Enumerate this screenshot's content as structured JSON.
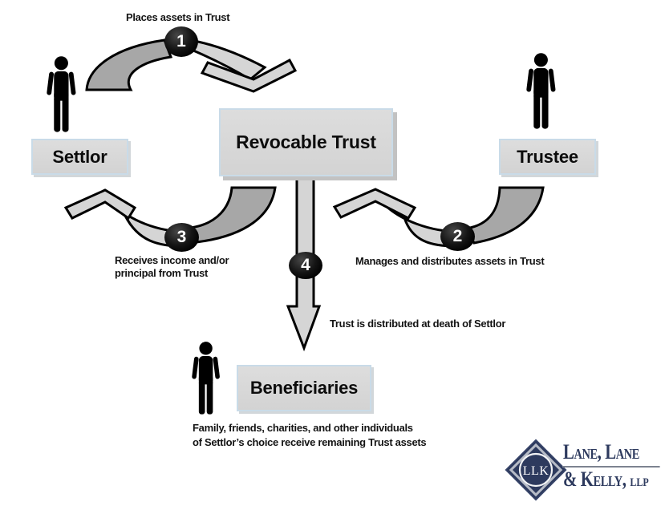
{
  "diagram": {
    "nodes": {
      "settlor": {
        "label": "Settlor"
      },
      "trust": {
        "label": "Revocable Trust"
      },
      "trustee": {
        "label": "Trustee"
      },
      "beneficiaries": {
        "label": "Beneficiaries"
      }
    },
    "steps": [
      {
        "number": "1",
        "label": "Places assets in Trust"
      },
      {
        "number": "2",
        "label": "Manages and distributes assets in Trust"
      },
      {
        "number": "3",
        "label_line1": "Receives income and/or",
        "label_line2": "principal from Trust"
      },
      {
        "number": "4",
        "label": "Trust is distributed at death of Settlor"
      }
    ],
    "beneficiaries_note": {
      "line1": "Family, friends, charities, and other individuals",
      "line2": "of Settlor’s choice receive remaining Trust assets"
    },
    "icons": {
      "settlor": "person-icon",
      "trustee": "person-icon",
      "beneficiaries": "person-icon",
      "arrows": "curved-arrow-icon"
    },
    "colors": {
      "arrow_light": "#d5d5d5",
      "arrow_dark": "#a7a7a7",
      "node_fill": "#d8d8d8",
      "node_border": "#c9dbe8",
      "badge_fill": "#0a0a0a",
      "text": "#141414"
    }
  },
  "logo": {
    "monogram": "LLK",
    "line1": "Lane, Lane",
    "line2_name": "& Kelly, ",
    "line2_suffix": "LLP",
    "navy": "#2d3a5e"
  }
}
